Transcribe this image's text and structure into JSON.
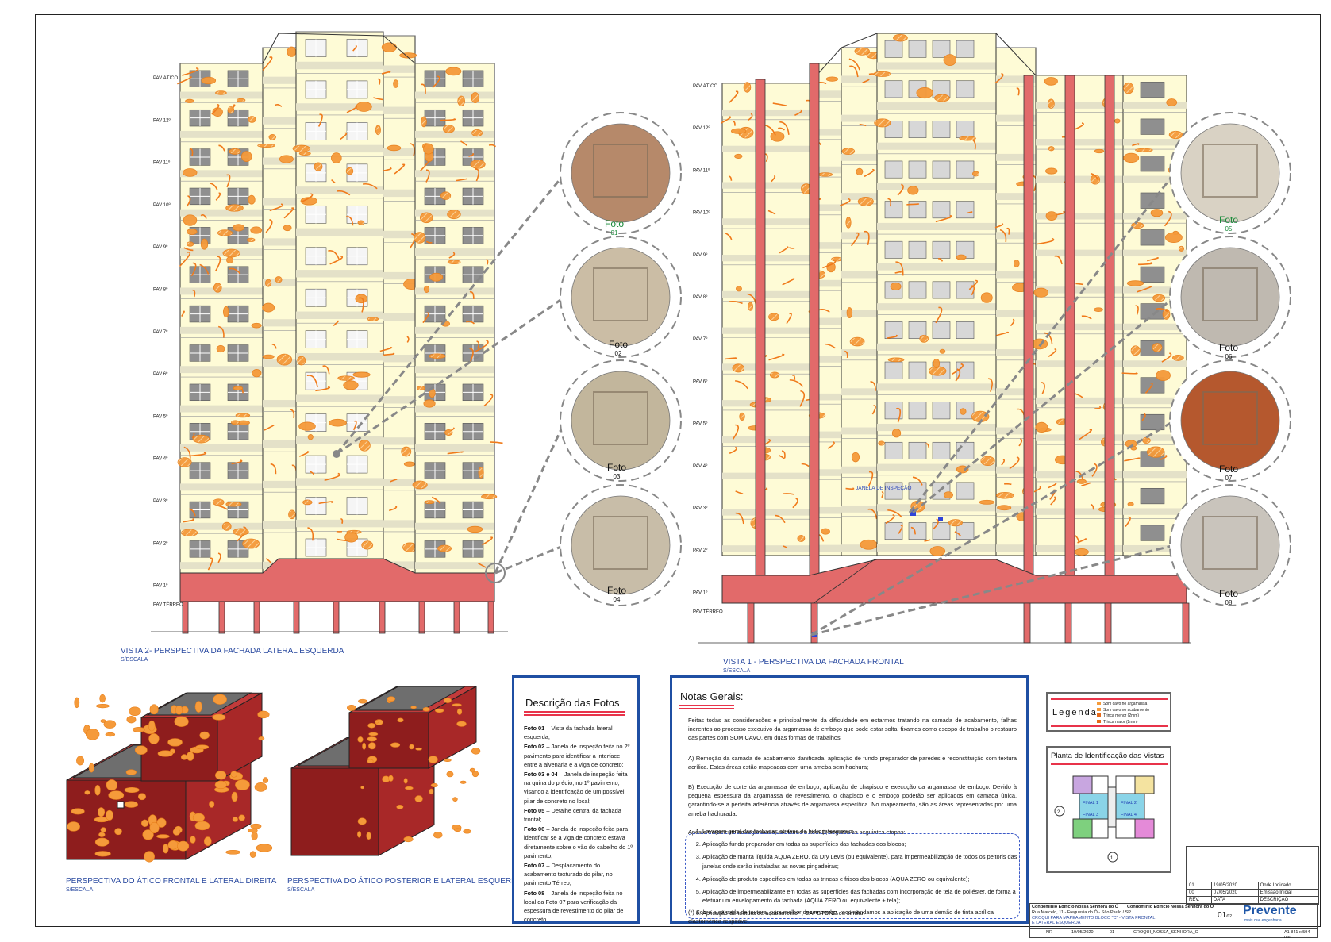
{
  "view2": {
    "title": "VISTA 2- PERSPECTIVA DA FACHADA LATERAL ESQUERDA",
    "scale": "S/ESCALA",
    "floors": [
      "PAV ÁTICO",
      "PAV 12º",
      "PAV 11º",
      "PAV 10º",
      "PAV 9º",
      "PAV 8º",
      "PAV 7º",
      "PAV 6º",
      "PAV 5º",
      "PAV 4º",
      "PAV 3º",
      "PAV 2º",
      "PAV 1º",
      "PAV TÉRREO"
    ]
  },
  "view1": {
    "title": "VISTA 1 - PERSPECTIVA DA FACHADA FRONTAL",
    "scale": "S/ESCALA",
    "floors": [
      "PAV ÁTICO",
      "PAV 12º",
      "PAV 11º",
      "PAV 10º",
      "PAV 9º",
      "PAV 8º",
      "PAV 7º",
      "PAV 6º",
      "PAV 5º",
      "PAV 4º",
      "PAV 3º",
      "PAV 2º",
      "PAV 1º",
      "PAV TÉRREO"
    ],
    "inspection_label": "JANELA DE INSPEÇÃO"
  },
  "photos": [
    {
      "foto": "Foto",
      "num": "01"
    },
    {
      "foto": "Foto",
      "num": "02"
    },
    {
      "foto": "Foto",
      "num": "03"
    },
    {
      "foto": "Foto",
      "num": "04"
    },
    {
      "foto": "Foto",
      "num": "05"
    },
    {
      "foto": "Foto",
      "num": "06"
    },
    {
      "foto": "Foto",
      "num": "07"
    },
    {
      "foto": "Foto",
      "num": "08"
    }
  ],
  "attic": [
    {
      "title": "PERSPECTIVA DO ÁTICO FRONTAL E LATERAL DIREITA",
      "scale": "S/ESCALA"
    },
    {
      "title": "PERSPECTIVA DO ÁTICO POSTERIOR E LATERAL ESQUERDA",
      "scale": "S/ESCALA"
    }
  ],
  "descricao": {
    "title": "Descrição das Fotos",
    "items": [
      {
        "label": "Foto 01",
        "text": " – Vista da fachada lateral esquerda;"
      },
      {
        "label": "Foto 02",
        "text": " – Janela de inspeção feita no 2º pavimento para identificar a interface entre a alvenaria e a viga de concreto;"
      },
      {
        "label": "Foto 03 e 04",
        "text": " – Janela de inspeção feita na quina do prédio, no 1º pavimento, visando a identificação de um possível pilar de concreto no local;"
      },
      {
        "label": "Foto 05",
        "text": " – Detalhe central da fachada frontal;"
      },
      {
        "label": "Foto 06",
        "text": " – Janela de inspeção feita para identificar se a viga de concreto estava diretamente sobre o vão do cabelho do 1º pavimento;"
      },
      {
        "label": "Foto 07",
        "text": " – Desplacamento do acabamento texturado do pilar, no pavimento Térreo;"
      },
      {
        "label": "Foto 08",
        "text": " – Janela de inspeção feita no local da Foto 07 para verificação da espessura de revestimento do pilar de concreto."
      }
    ]
  },
  "notas": {
    "title": "Notas Gerais:",
    "intro": "Feitas todas as considerações e principalmente da dificuldade em estarmos tratando na camada de acabamento, falhas inerentes ao processo executivo da argamassa de emboço que pode estar solta, fixamos como escopo de trabalho o restauro das partes com SOM CAVO, em duas formas de trabalhos:",
    "a": "A)     Remoção da camada de acabamento danificada, aplicação de fundo preparador de paredes e reconstituição com textura acrílica. Estas áreas estão mapeadas com uma ameba sem hachura;",
    "b": "B)     Execução de corte da argamassa de emboço, aplicação de chapisco e execução da argamassa de emboço. Devido à pequena espessura da argamassa de revestimento, o chapisco e o emboço poderão ser aplicados em camada única, garantindo-se a perfeita aderência através de argamassa específica. No mapeamento, são as áreas representadas por uma ameba hachurada.",
    "after": "Após o tratamento da argamassa, conforme o item B, seguem as seguintes etapas:",
    "steps": [
      "Lavagem geral das fachadas através de hidro jateamento;",
      "Aplicação fundo preparador em todas as superfícies das fachadas dos blocos;",
      "Aplicação de manta líquida AQUA ZERO, da Dry Levis (ou equivalente), para impermeabilização de todos os peitoris das janelas onde serão instaladas as novas pingadeiras;",
      "Aplicação de produto específico em todas as trincas e frisos dos blocos (AQUA ZERO ou equivalente);",
      "Aplicação de impermeabilizante em todas as superfícies das fachadas com incorporação de tela de poliéster, de forma a efetuar um envelopamento da fachada (AQUA ZERO ou equivalente + tela);",
      "Aplicação de textura de acabamento* , CAPSTONE ou similar."
    ],
    "footnote": "(*) Sobre a camada de textura, para melhor desempenho, recomendamos a aplicação de uma demão de tinta acrílica elastomérica respirável."
  },
  "legenda": {
    "title": "Legenda",
    "items": [
      "Som cavo no argamassa",
      "Som cavo no acabamento",
      "Trinca menor (2mm)",
      "Trinca maior (2mm)"
    ]
  },
  "planta": {
    "title": "Planta de Identificação das Vistas",
    "finals": [
      "FINAL 1",
      "FINAL 2",
      "FINAL 3",
      "FINAL 4"
    ],
    "views": [
      "2",
      "1"
    ]
  },
  "titleblock": {
    "rev1": "01",
    "rev1_date": "19/05/2020",
    "rev1_desc": "Onde Indicado",
    "rev0": "00",
    "rev0_date": "07/05/2020",
    "rev0_desc": "Emissão Inicial",
    "h_rev": "REV.",
    "h_data": "DATA",
    "h_desc": "DESCRIÇÃO",
    "client": "Condomínio Edifício Nossa Senhora do Ó",
    "client2": "Condomínio Edifício Nossa Senhora do Ó",
    "address": "Rua Marcelo, 11 - Freguesia do Ó - São Paulo / SP",
    "drawing": "CROQUI PARA MAPEAMENTO BLOCO \"C\" - VISTA FRONTAL E LATERAL ESQUERDA",
    "sheet": "01",
    "sheet_total": "/02",
    "brand": "Prevente",
    "brand_tag": "mais que engenharia",
    "date": "19/05/2020",
    "nr": "01",
    "h_nr": "NR",
    "file": "CROQUI_NOSSA_SENHORA_O",
    "footer_code": "A1 841 x 594 mm"
  }
}
